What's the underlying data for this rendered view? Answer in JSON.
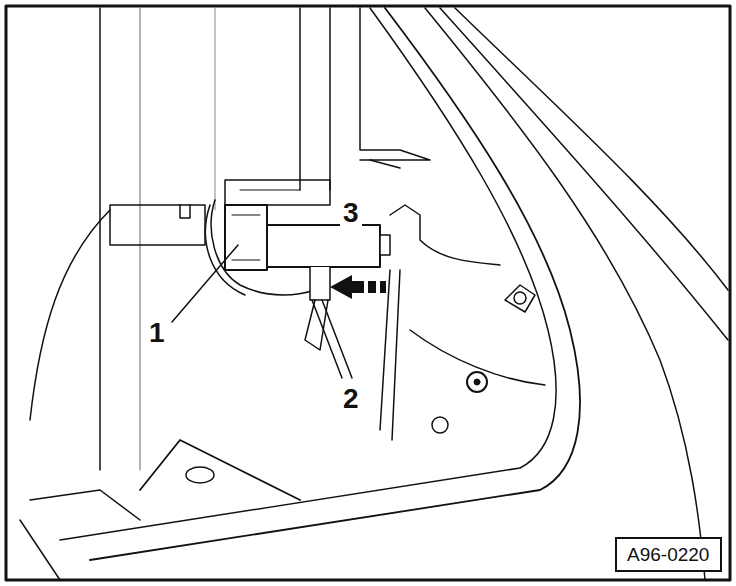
{
  "diagram": {
    "nodes": [
      {
        "text": [
          "A96-0220"
        ]
      }
    ],
    "labels": [
      "3",
      "1",
      "2"
    ]
  }
}
